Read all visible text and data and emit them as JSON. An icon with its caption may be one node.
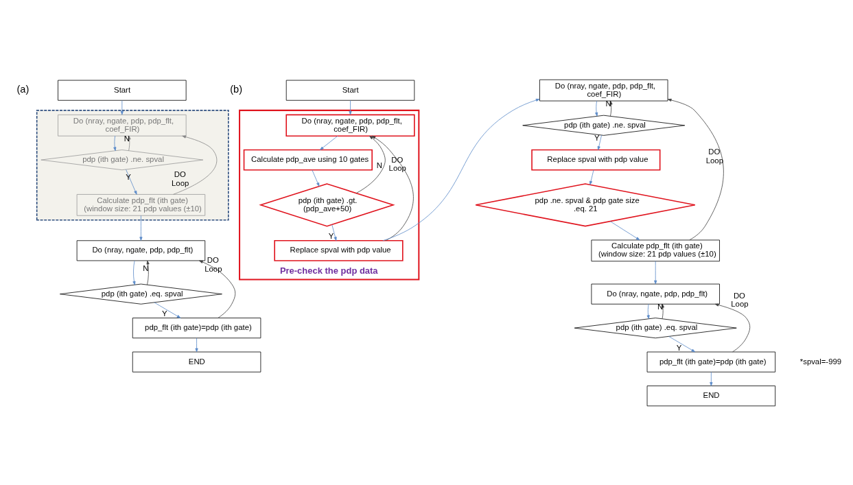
{
  "diagram": {
    "nodes": [
      {
        "text": [
          "Start"
        ]
      },
      {
        "text": [],
        "shape": "box"
      },
      {
        "text": [
          "Do (nray, ngate, pdp, pdp_flt, coef_FIR)"
        ],
        "in": 1
      },
      {
        "text": [
          "pdp (ith gate) .ne. spval"
        ],
        "in": 1
      },
      {
        "text": [
          "Calculate pdp_flt (ith gate) (window size: 21 pdp values (±10)"
        ],
        "in": 1
      },
      {
        "text": [
          "Do (nray, ngate, pdp, pdp_flt)"
        ]
      },
      {
        "text": [
          "pdp (ith gate) .eq. spval"
        ]
      },
      {
        "text": [
          "pdp_flt (ith gate)=pdp (ith gate)"
        ]
      },
      {
        "text": [
          "END"
        ]
      },
      {
        "text": [
          "Start"
        ]
      },
      {
        "text": [],
        "shape": "box",
        "beside": [
          "Pre-check the pdp data"
        ]
      },
      {
        "text": [
          "Do (nray, ngate, pdp, pdp_flt, coef_FIR)"
        ],
        "in": 10
      },
      {
        "text": [
          "Calculate pdp_ave using 10 gates"
        ],
        "in": 10
      },
      {
        "text": [
          "pdp (ith gate) .gt. (pdp_ave+50)"
        ],
        "in": 10
      },
      {
        "text": [
          "Replace spval with pdp value"
        ],
        "in": 10
      },
      {
        "text": [
          "Do (nray, ngate, pdp, pdp_flt, coef_FIR)"
        ]
      },
      {
        "text": [
          "pdp (ith gate) .ne. spval"
        ]
      },
      {
        "text": [
          "Replace spval with pdp value"
        ]
      },
      {
        "text": [
          "pdp .ne. spval & pdp gate size .eq. 21"
        ]
      },
      {
        "text": [
          "Calculate pdp_flt (ith gate) (window size: 21 pdp values (±10)"
        ]
      },
      {
        "text": [
          "Do (nray, ngate, pdp, pdp_flt)"
        ]
      },
      {
        "text": [
          "pdp (ith gate) .eq. spval"
        ]
      },
      {
        "text": [
          "pdp_flt (ith gate)=pdp (ith gate)"
        ]
      },
      {
        "text": [
          "END"
        ]
      }
    ],
    "edges": [
      {
        "from": 0,
        "to": 2,
        "arrow": "to"
      },
      {
        "from": 2,
        "to": 3,
        "arrow": "to"
      },
      {
        "from": 3,
        "to": 2,
        "arrow": "to",
        "label": "N",
        "color": "#888888"
      },
      {
        "from": 3,
        "to": 4,
        "arrow": "to",
        "label": "Y"
      },
      {
        "from": 4,
        "to": 2,
        "arrow": "to",
        "label": "DO Loop",
        "color": "#888888"
      },
      {
        "from": 4,
        "to": 5,
        "arrow": "to"
      },
      {
        "from": 5,
        "to": 6,
        "arrow": "to"
      },
      {
        "from": 6,
        "to": 5,
        "arrow": "to",
        "label": "N",
        "color": "#404040"
      },
      {
        "from": 6,
        "to": 7,
        "arrow": "to",
        "label": "Y"
      },
      {
        "from": 7,
        "to": 5,
        "arrow": "to",
        "label": "DO Loop",
        "color": "#404040"
      },
      {
        "from": 7,
        "to": 8,
        "arrow": "to"
      },
      {
        "from": 9,
        "to": 11,
        "arrow": "to"
      },
      {
        "from": 11,
        "to": 12,
        "arrow": "to"
      },
      {
        "from": 12,
        "to": 13,
        "arrow": "to"
      },
      {
        "from": 13,
        "to": 11,
        "arrow": "to",
        "label": "N",
        "color": "#404040"
      },
      {
        "from": 13,
        "to": 14,
        "arrow": "to",
        "label": "Y"
      },
      {
        "from": 14,
        "to": 11,
        "arrow": "to",
        "label": "DO Loop",
        "color": "#404040"
      },
      {
        "from": 14,
        "to": 15,
        "arrow": "to"
      },
      {
        "from": 15,
        "to": 16,
        "arrow": "to"
      },
      {
        "from": 16,
        "to": 15,
        "arrow": "to",
        "label": "N",
        "color": "#404040"
      },
      {
        "from": 16,
        "to": 17,
        "arrow": "to",
        "label": "Y"
      },
      {
        "from": 17,
        "to": 18,
        "arrow": "to"
      },
      {
        "from": 18,
        "to": 19,
        "arrow": "to"
      },
      {
        "from": 19,
        "to": 15,
        "arrow": "to",
        "label": "DO Loop",
        "color": "#404040"
      },
      {
        "from": 19,
        "to": 20,
        "arrow": "to"
      },
      {
        "from": 20,
        "to": 21,
        "arrow": "to"
      },
      {
        "from": 21,
        "to": 20,
        "arrow": "to",
        "label": "N",
        "color": "#404040"
      },
      {
        "from": 21,
        "to": 22,
        "arrow": "to",
        "label": "Y"
      },
      {
        "from": 22,
        "to": 20,
        "arrow": "to",
        "label": "DO Loop",
        "color": "#404040"
      },
      {
        "from": 22,
        "to": 23,
        "arrow": "to"
      }
    ],
    "labels": [
      "(a)",
      "(b)",
      "*spval=-999"
    ]
  }
}
